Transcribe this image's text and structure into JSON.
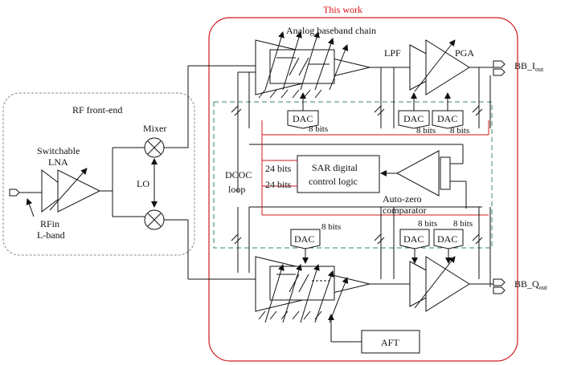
{
  "diagram": {
    "colors": {
      "accent": "#d11a1a",
      "dashed_box": "#2e8b57",
      "rf_box": "#888888",
      "line": "#111111"
    },
    "title": "This work",
    "rf_frontend_label": "RF front-end",
    "lna_label_line1": "Switchable",
    "lna_label_line2": "LNA",
    "mixer_label": "Mixer",
    "lo_label": "LO",
    "rfin_line1": "RFin",
    "rfin_line2": "L-band",
    "analog_chain_label": "Analog baseband chain",
    "lpf_label": "LPF",
    "pga_label": "PGA",
    "bb_i_label": "BB_I",
    "bb_i_sub": "out",
    "bb_q_label": "BB_Q",
    "bb_q_sub": "out",
    "dac_label": "DAC",
    "bits8": "8 bits",
    "bits24_top": "24 bits",
    "bits24_bottom": "24 bits",
    "sar_line1": "SAR digital",
    "sar_line2": "control logic",
    "dcoc_line1": "DCOC",
    "dcoc_line2": "loop",
    "autozero_line1": "Auto-zero",
    "autozero_line2": "comparator",
    "aft_label": "AFT"
  }
}
